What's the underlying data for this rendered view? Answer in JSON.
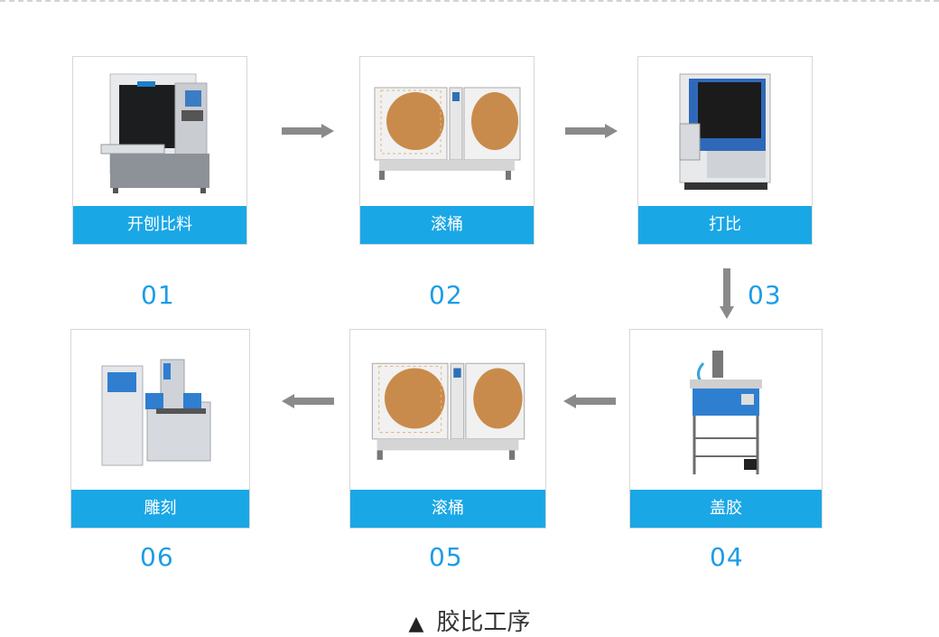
{
  "steps": [
    {
      "label": "开刨比料",
      "number": "01",
      "machine": "cnc-planer"
    },
    {
      "label": "滚桶",
      "number": "02",
      "machine": "tumbler"
    },
    {
      "label": "打比",
      "number": "03",
      "machine": "polisher"
    },
    {
      "label": "盖胶",
      "number": "04",
      "machine": "glue-station"
    },
    {
      "label": "滚桶",
      "number": "05",
      "machine": "tumbler"
    },
    {
      "label": "雕刻",
      "number": "06",
      "machine": "engraver"
    }
  ],
  "caption": {
    "symbol": "▲",
    "text": "胶比工序"
  },
  "colors": {
    "accent": "#1aa7e6",
    "number": "#1d9ce6",
    "arrow": "#8a8a8a"
  }
}
